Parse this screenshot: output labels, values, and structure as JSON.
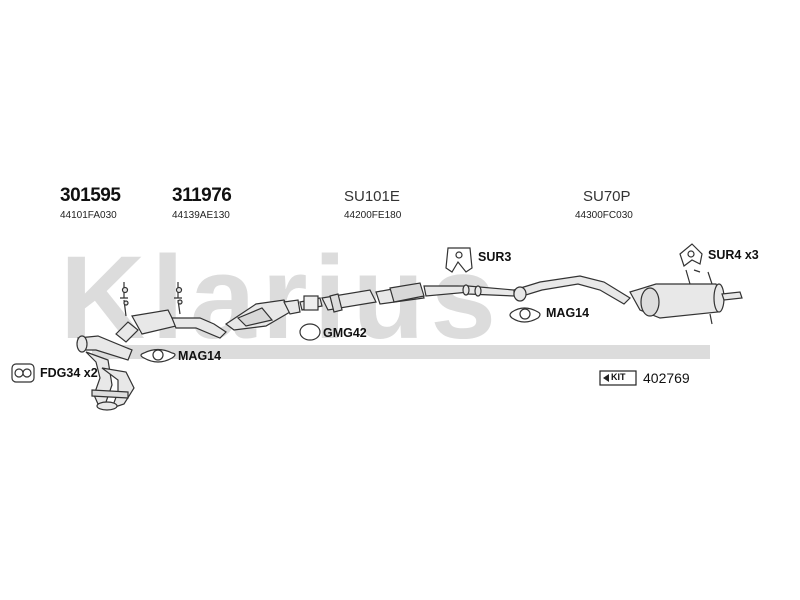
{
  "watermark": {
    "text": "Klarius",
    "color": "#d9d9d9"
  },
  "parts": {
    "p1": {
      "number": "301595",
      "oem": "44101FA030"
    },
    "p2": {
      "number": "311976",
      "oem": "44139AE130"
    },
    "p3": {
      "code": "SU101E",
      "oem": "44200FE180"
    },
    "p4": {
      "code": "SU70P",
      "oem": "44300FC030"
    }
  },
  "fittings": {
    "fdg34": "FDG34 x2",
    "mag14_front": "MAG14",
    "gmg42": "GMG42",
    "sur3": "SUR3",
    "mag14_rear": "MAG14",
    "sur4": "SUR4 x3"
  },
  "kit": {
    "badge": "KIT",
    "number": "402769"
  },
  "colors": {
    "line": "#333333",
    "pipe_fill": "#e6e6e6",
    "watermark": "#d9d9d9"
  }
}
